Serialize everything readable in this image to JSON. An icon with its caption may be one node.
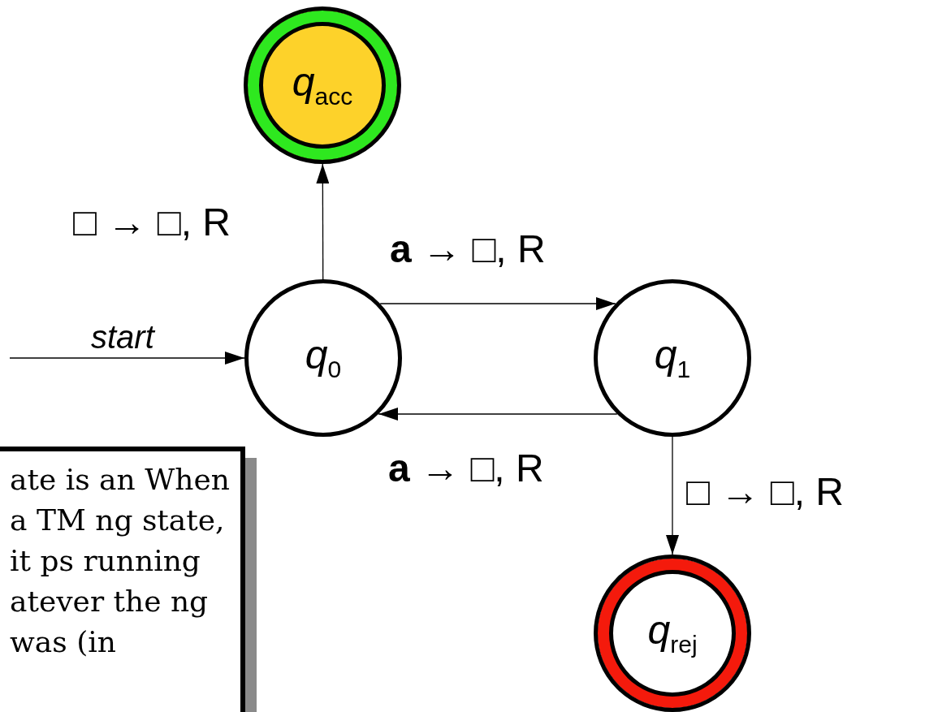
{
  "diagram": {
    "nodes": [
      {
        "text": [
          "*q*$_{acc}$"
        ]
      },
      {
        "text": [
          "*q*$_{0}$"
        ]
      },
      {
        "text": [
          "*q*$_{1}$"
        ]
      },
      {
        "text": [
          "*q*$_{rej}$"
        ]
      },
      {
        "text": [
          "ate is an When a TM ng state, it ps running atever the ng was (in"
        ]
      }
    ],
    "edges": [
      {
        "from": null,
        "to": 1,
        "arrow": "to",
        "label": "start"
      },
      {
        "from": 1,
        "to": 0,
        "arrow": "to",
        "label": "□ → □, R"
      },
      {
        "from": 1,
        "to": 2,
        "arrow": "to",
        "label": "**a** → □, R"
      },
      {
        "from": 2,
        "to": 1,
        "arrow": "to",
        "label": "**a** → □, R"
      },
      {
        "from": 2,
        "to": 3,
        "arrow": "to",
        "label": "□ → □, R"
      }
    ]
  }
}
